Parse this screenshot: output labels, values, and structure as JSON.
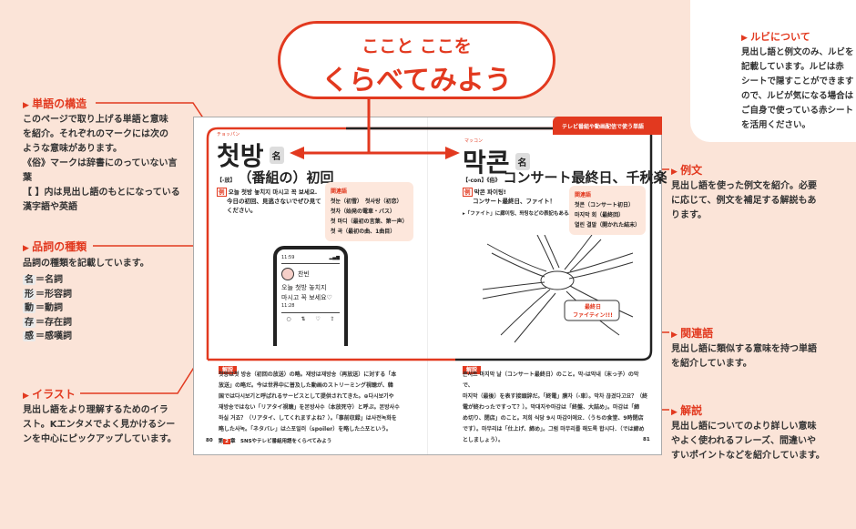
{
  "title": {
    "line1": "ここと ここを",
    "line2": "くらべてみよう"
  },
  "left_notes": [
    {
      "label": "単語の構造",
      "lines": [
        "このページで取り上げる単語と意味",
        "を紹介。それぞれのマークには次の",
        "ような意味があります。",
        "《俗》マークは辞書にのっていない言",
        "葉",
        "【 】内は見出し語のもとになっている",
        "漢字語や英語"
      ]
    },
    {
      "label": "品詞の種類",
      "intro": "品詞の種類を記載しています。",
      "items": [
        [
          "名",
          "＝名詞"
        ],
        [
          "形",
          "＝形容詞"
        ],
        [
          "動",
          "＝動詞"
        ],
        [
          "存",
          "＝存在詞"
        ],
        [
          "感",
          "＝感嘆詞"
        ]
      ]
    },
    {
      "label": "イラスト",
      "lines": [
        "見出し語をより理解するためのイラ",
        "スト。Kエンタメでよく見かけるシー",
        "ンを中心にピックアップしています。"
      ]
    }
  ],
  "ruby_card": {
    "title": "ルビについて",
    "lines": [
      "見出し語と例文のみ、ルビを",
      "記載しています。ルビは赤",
      "シートで隠すことができます",
      "ので、ルビが気になる場合は",
      "ご自身で使っている赤シート",
      "を活用ください。"
    ]
  },
  "right_notes": [
    {
      "label": "例文",
      "lines": [
        "見出し語を使った例文を紹介。必要",
        "に応じて、例文を補足する解説もあ",
        "ります。"
      ]
    },
    {
      "label": "関連語",
      "lines": [
        "見出し語に類似する意味を持つ単語",
        "を紹介しています。"
      ]
    },
    {
      "label": "解説",
      "lines": [
        "見出し語についてのより詳しい意味",
        "やよく使われるフレーズ、間違いや",
        "すいポイントなどを紹介しています。"
      ]
    }
  ],
  "book": {
    "tab": "テレビ番組や動画配信で使う単語",
    "left": {
      "ruby": "チョッパン",
      "word": "첫방",
      "pos": "名",
      "origin": "【-放】",
      "meaning": "（番組の）初回",
      "ex_mark": "例",
      "ex_ko": "오늘 첫방 놓치지 마시고 꼭 보세요.",
      "ex_ja": [
        "今日の初回、見逃さないでぜひ見て",
        "ください。"
      ],
      "rel_title": "関連語",
      "rel": [
        "첫눈（初雪）　첫사랑（初恋）",
        "첫차（始発の電車・バス）",
        "첫 마디（最初の言葉、第一声）",
        "첫 곡（最初の曲、1曲目）"
      ],
      "phone": {
        "time": "11:59",
        "name": "찬빈",
        "msg": [
          "오늘 첫방 놓치지",
          "마시고 꼭 보세요♡"
        ],
        "post_time": "11:28"
      },
      "kaisetsu_tag": "解説",
      "kaisetsu": [
        "첫방は첫 방송（初回の放送）の略。재방は재방송（再放送）に対する「本",
        "放送」の略だ。今は世界中に普及した動画のストリーミング視聴が、韓",
        "国では다시보기と呼ばれるサービスとして提供されてきた。⊕다시보기や",
        "재방송ではない「リアタイ視聴」を본방사수（本放死守）と呼ぶ。본방사수",
        "하실 거죠？（リアタイ、してくれますよね？）。「事前収録」は사전녹화を",
        "略した사녹。「ネタバレ」は스포일러（spoiler）を略した스포という。"
      ],
      "page": "80",
      "chapter_pre": "第",
      "chapter_no": "2",
      "chapter_post": "章　SNSやテレビ番組用語をくらべてみよう"
    },
    "right": {
      "ruby": "マッコン",
      "word": "막콘",
      "pos": "名",
      "origin": "【-con】《俗》",
      "meaning": "コンサート最終日、千秋楽",
      "ex_mark": "例",
      "ex_ko": "막콘 파이팅!",
      "ex_ja": [
        "コンサート最終日、ファイト！"
      ],
      "ex_note": "▸「ファイト」に廊이팅、퐈팅などの表記もある。",
      "rel_title": "関連語",
      "rel": [
        "첫콘（コンサート初日）",
        "마지막 회（最終回）",
        "열린 결말（開かれた結末）"
      ],
      "illust_text": [
        "最終日",
        "ファイティン!!!"
      ],
      "kaisetsu_tag": "解説",
      "kaisetsu": [
        "콘서트 마지막 날（コンサート最終日）のこと。막-は막내（末っ子）の막で、",
        "마지막（最後）を表す接頭辞だ。「終電」膜차（-車）。막차 끊겼다고요？（終",
        "電が終わったですって？）。막대지や마감は「終盤、大詰め」。마감は「締",
        "め切り、閉店」のこと。저희 식당 9시 마감이에요．（うちの食堂、9時閉店",
        "です）。마무리は「仕上げ、締め」。그럼 마무리를 해도록 합시다．（では締め",
        "としましょう）。"
      ],
      "page": "81"
    }
  },
  "colors": {
    "accent": "#e2391f",
    "bg": "#fbe4d8",
    "rel_bg": "#fde7dc"
  }
}
